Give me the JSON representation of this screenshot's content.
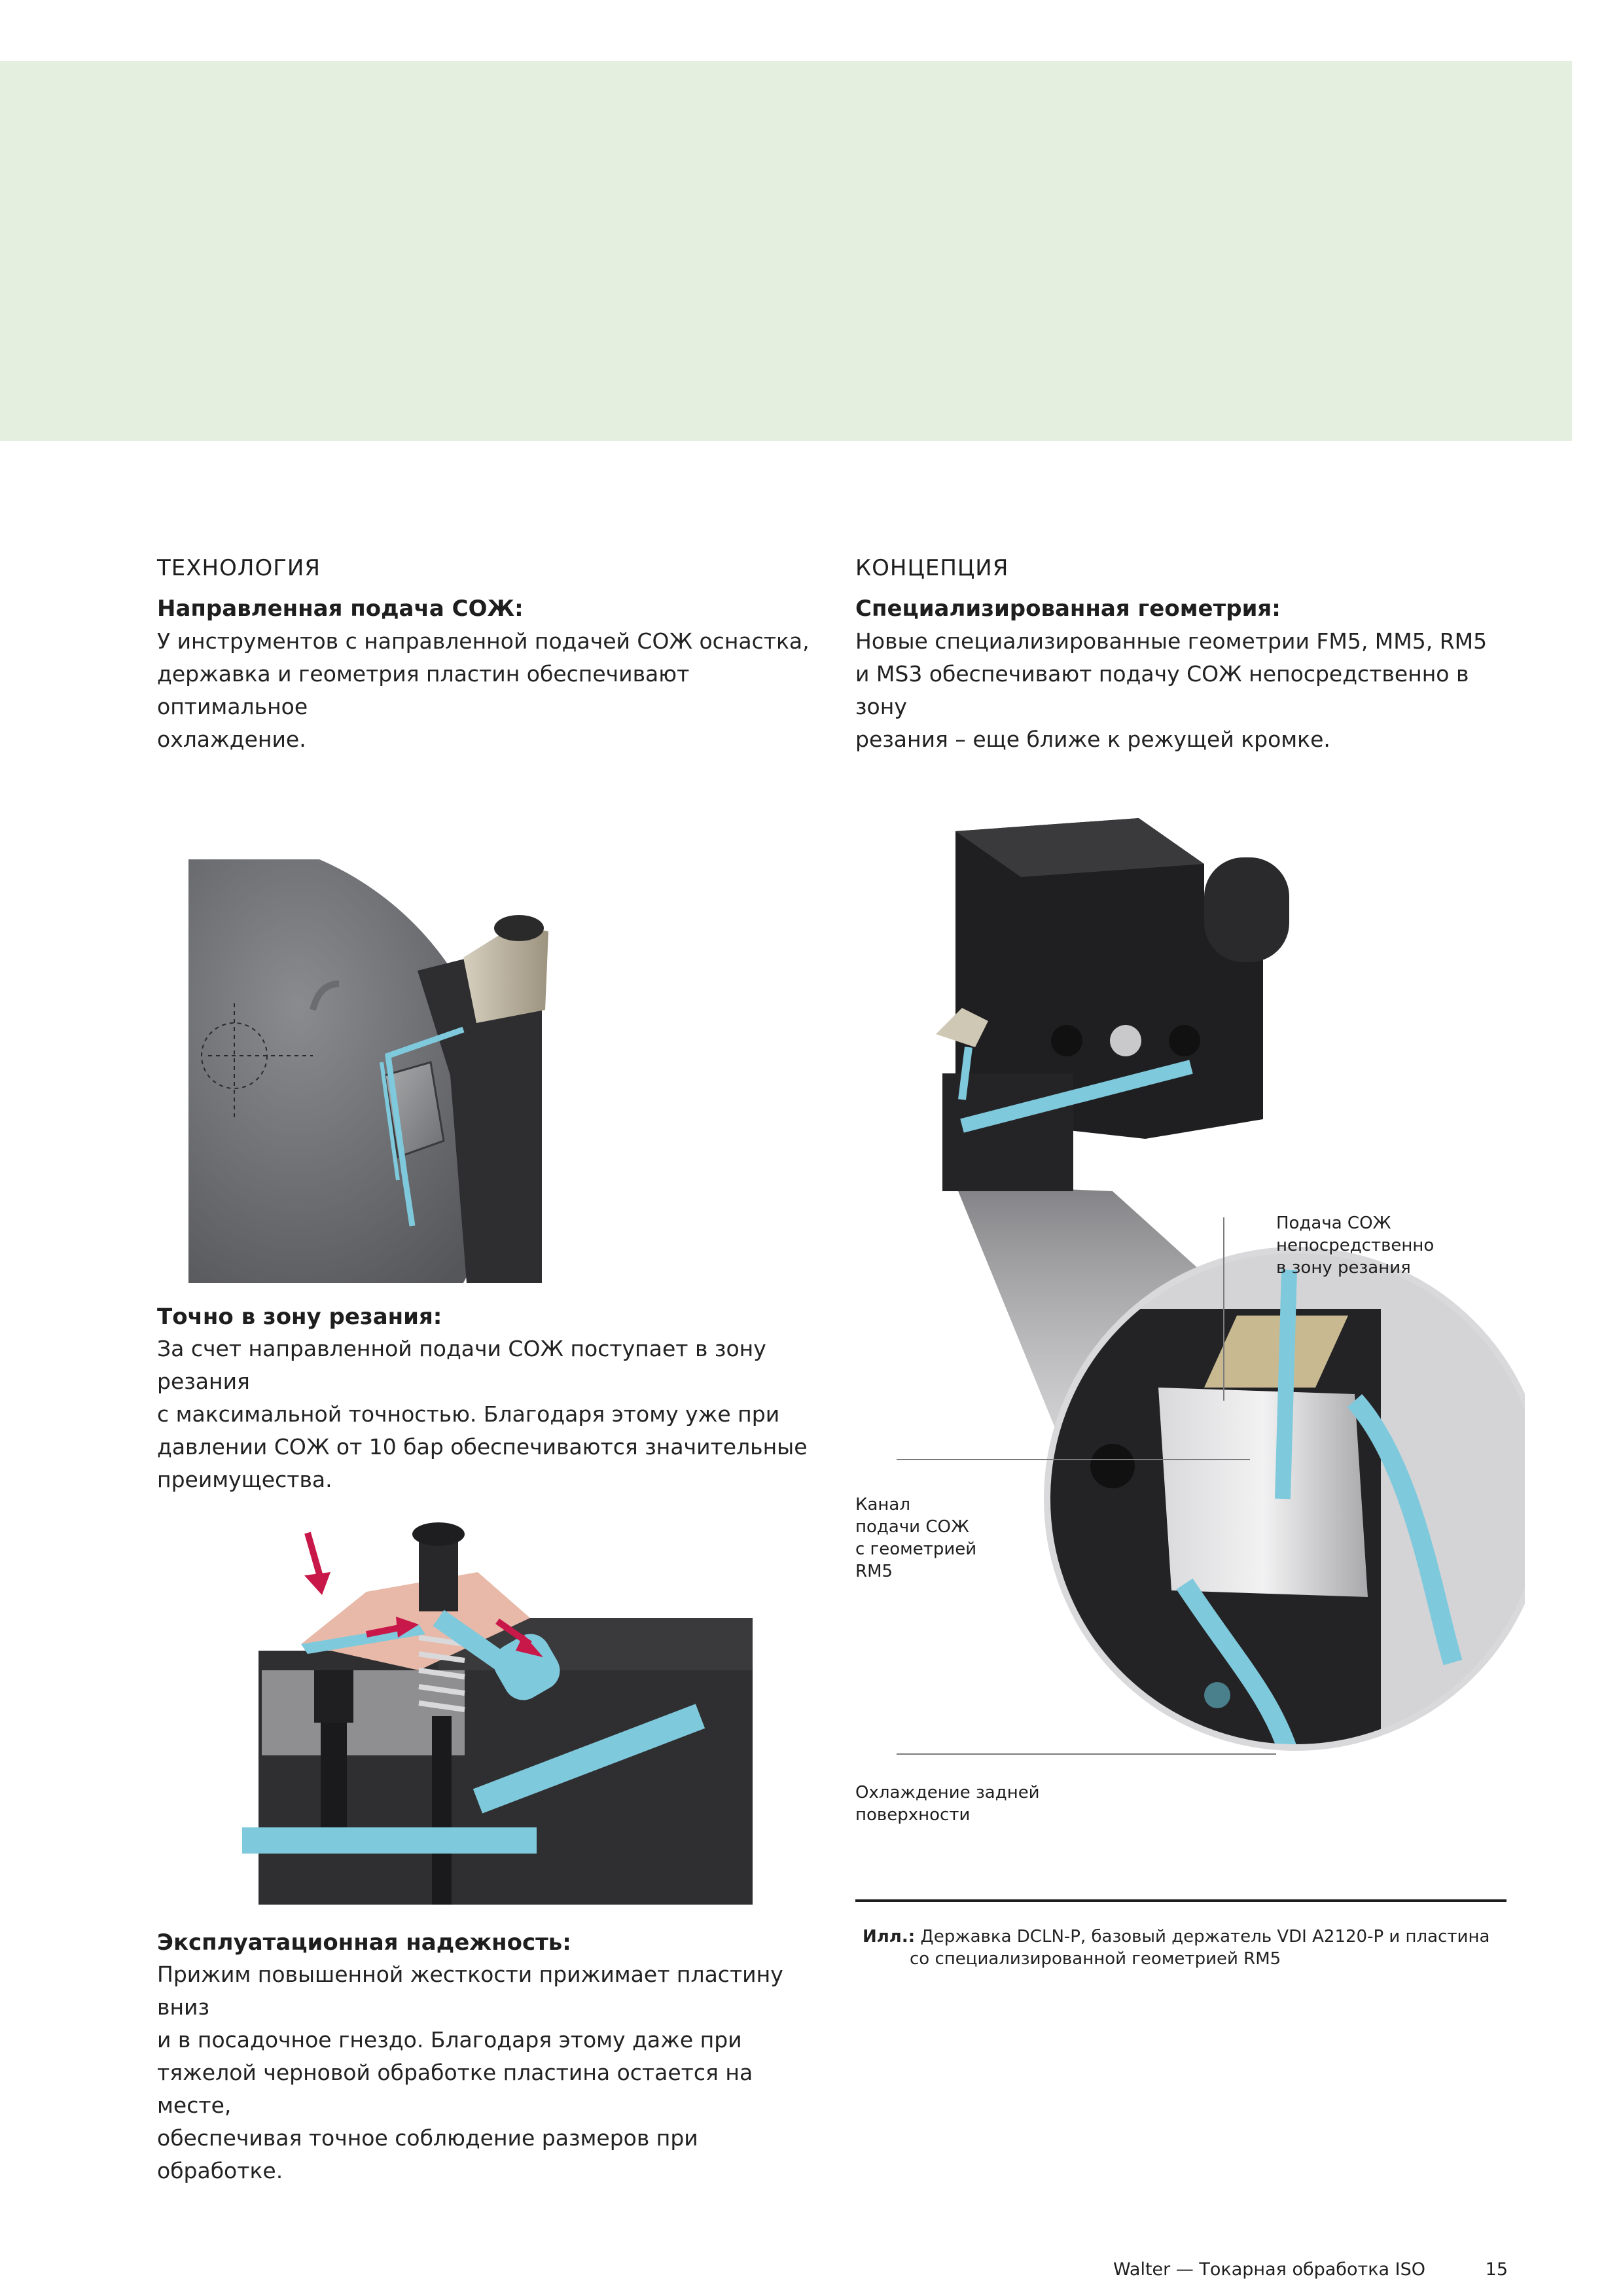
{
  "left": {
    "section_title": "ТЕХНОЛОГИЯ",
    "block1": {
      "title": "Направленная подача СОЖ:",
      "lines": [
        "У инструментов с направленной подачей СОЖ оснастка,",
        "державка и геометрия пластин обеспечивают оптимальное",
        "охлаждение."
      ]
    },
    "block2": {
      "title": "Точно в зону резания:",
      "lines": [
        "За счет направленной подачи СОЖ поступает в зону резания",
        "с максимальной точностью. Благодаря этому уже при",
        "давлении СОЖ от 10 бар обеспечиваются значительные",
        "преимущества."
      ]
    },
    "block3": {
      "title": "Эксплуатационная надежность:",
      "lines": [
        "Прижим повышенной жесткости прижимает пластину вниз",
        "и в посадочное гнездо. Благодаря этому даже при",
        "тяжелой черновой обработке пластина остается на месте,",
        "обеспечивая точное соблюдение размеров при обработке."
      ]
    }
  },
  "right": {
    "section_title": "КОНЦЕПЦИЯ",
    "block1": {
      "title": "Специализированная геометрия:",
      "lines": [
        "Новые специализированные геометрии FM5, MM5, RM5",
        "и MS3 обеспечивают подачу СОЖ непосредственно в зону",
        "резания – еще ближе к режущей кромке."
      ]
    },
    "callouts": {
      "coolant_feed": [
        "Подача СОЖ",
        "непосредственно",
        "в зону резания"
      ],
      "channel": [
        "Канал",
        "подачи СОЖ",
        "с геометрией",
        "RM5"
      ],
      "flank": [
        "Охлаждение задней",
        "поверхности"
      ]
    },
    "caption": {
      "prefix": "Илл.:",
      "line1": "Державка DCLN-P, базовый держатель VDI A2120-P и пластина",
      "line2": "со специализированной геометрией RM5"
    }
  },
  "footer": {
    "text": "Walter — Токарная обработка ISO",
    "page_number": "15"
  },
  "colors": {
    "banner": "#e4efe0",
    "coolant": "#7fc9dc",
    "arrow": "#c8184a",
    "tool_dark": "#2e2e30",
    "rule": "#1e1e1e"
  }
}
